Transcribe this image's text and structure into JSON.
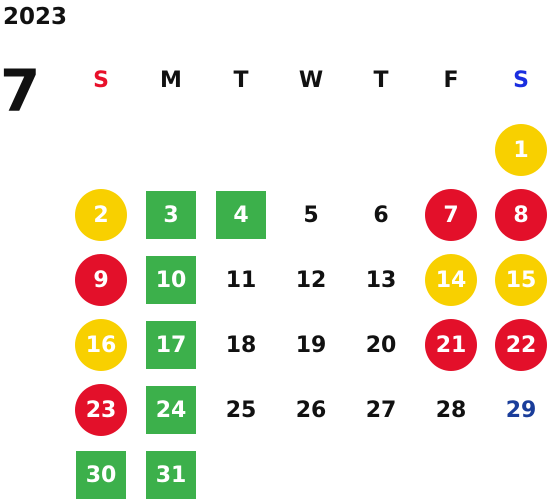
{
  "year": "2023",
  "month": "7",
  "colors": {
    "sunday_label": "#e3102a",
    "saturday_label": "#1a3dd0",
    "red": "#e3102a",
    "yellow": "#f8d000",
    "green": "#3cb04b",
    "blue_text": "#1a3d9a"
  },
  "weekdays": [
    {
      "label": "S",
      "color": "#e8102a"
    },
    {
      "label": "M"
    },
    {
      "label": "T"
    },
    {
      "label": "W"
    },
    {
      "label": "T"
    },
    {
      "label": "F"
    },
    {
      "label": "S",
      "color": "#1a2ee0"
    }
  ],
  "weeks": [
    [
      null,
      null,
      null,
      null,
      null,
      null,
      {
        "day": "1",
        "style": "yellow"
      }
    ],
    [
      {
        "day": "2",
        "style": "yellow"
      },
      {
        "day": "3",
        "style": "green"
      },
      {
        "day": "4",
        "style": "green"
      },
      {
        "day": "5",
        "style": ""
      },
      {
        "day": "6",
        "style": ""
      },
      {
        "day": "7",
        "style": "red"
      },
      {
        "day": "8",
        "style": "red"
      }
    ],
    [
      {
        "day": "9",
        "style": "red"
      },
      {
        "day": "10",
        "style": "green"
      },
      {
        "day": "11",
        "style": ""
      },
      {
        "day": "12",
        "style": ""
      },
      {
        "day": "13",
        "style": ""
      },
      {
        "day": "14",
        "style": "yellow"
      },
      {
        "day": "15",
        "style": "yellow"
      }
    ],
    [
      {
        "day": "16",
        "style": "yellow"
      },
      {
        "day": "17",
        "style": "green"
      },
      {
        "day": "18",
        "style": ""
      },
      {
        "day": "19",
        "style": ""
      },
      {
        "day": "20",
        "style": ""
      },
      {
        "day": "21",
        "style": "red"
      },
      {
        "day": "22",
        "style": "red"
      }
    ],
    [
      {
        "day": "23",
        "style": "red"
      },
      {
        "day": "24",
        "style": "green"
      },
      {
        "day": "25",
        "style": ""
      },
      {
        "day": "26",
        "style": ""
      },
      {
        "day": "27",
        "style": ""
      },
      {
        "day": "28",
        "style": ""
      },
      {
        "day": "29",
        "style": "blue"
      }
    ],
    [
      {
        "day": "30",
        "style": "green"
      },
      {
        "day": "31",
        "style": "green"
      },
      null,
      null,
      null,
      null,
      null
    ]
  ]
}
